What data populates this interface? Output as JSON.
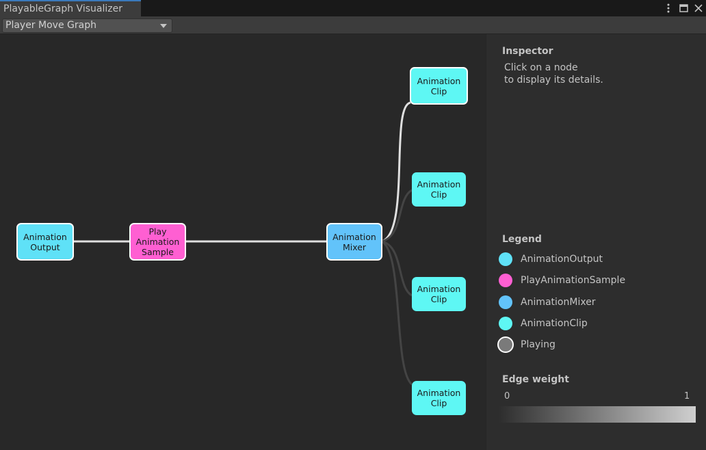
{
  "window": {
    "tab_title": "PlayableGraph Visualizer",
    "icons": [
      "more-options-icon",
      "maximize-icon",
      "close-icon"
    ]
  },
  "toolbar": {
    "graph_select": "Player Move Graph"
  },
  "graph": {
    "nodes": [
      {
        "id": "output",
        "label": "Animation\nOutput",
        "type": "AnimationOutput",
        "playing": true
      },
      {
        "id": "sample",
        "label": "Play\nAnimation\nSample",
        "type": "PlayAnimationSample",
        "playing": true
      },
      {
        "id": "mixer",
        "label": "Animation\nMixer",
        "type": "AnimationMixer",
        "playing": true
      },
      {
        "id": "clip1",
        "label": "Animation\nClip",
        "type": "AnimationClip",
        "playing": true
      },
      {
        "id": "clip2",
        "label": "Animation\nClip",
        "type": "AnimationClip",
        "playing": false
      },
      {
        "id": "clip3",
        "label": "Animation\nClip",
        "type": "AnimationClip",
        "playing": false
      },
      {
        "id": "clip4",
        "label": "Animation\nClip",
        "type": "AnimationClip",
        "playing": false
      }
    ],
    "edges": [
      {
        "from": "output",
        "to": "sample",
        "weight": 1
      },
      {
        "from": "sample",
        "to": "mixer",
        "weight": 1
      },
      {
        "from": "mixer",
        "to": "clip1",
        "weight": 1
      },
      {
        "from": "mixer",
        "to": "clip2",
        "weight": 0.1
      },
      {
        "from": "mixer",
        "to": "clip3",
        "weight": 0.1
      },
      {
        "from": "mixer",
        "to": "clip4",
        "weight": 0.1
      }
    ]
  },
  "inspector": {
    "title": "Inspector",
    "message_line1": "Click on a node",
    "message_line2": "to display its details."
  },
  "legend": {
    "title": "Legend",
    "items": [
      {
        "label": "AnimationOutput",
        "color": "#5fe1f7"
      },
      {
        "label": "PlayAnimationSample",
        "color": "#ff5fd2"
      },
      {
        "label": "AnimationMixer",
        "color": "#62c3fa"
      },
      {
        "label": "AnimationClip",
        "color": "#5ef7f4"
      },
      {
        "label": "Playing",
        "color": "#7a7a7a"
      }
    ]
  },
  "edge_weight": {
    "title": "Edge weight",
    "min": "0",
    "max": "1"
  },
  "colors": {
    "AnimationOutput": "#5fe1f7",
    "PlayAnimationSample": "#ff5fd2",
    "AnimationMixer": "#62c3fa",
    "AnimationClip": "#5ef7f4"
  }
}
